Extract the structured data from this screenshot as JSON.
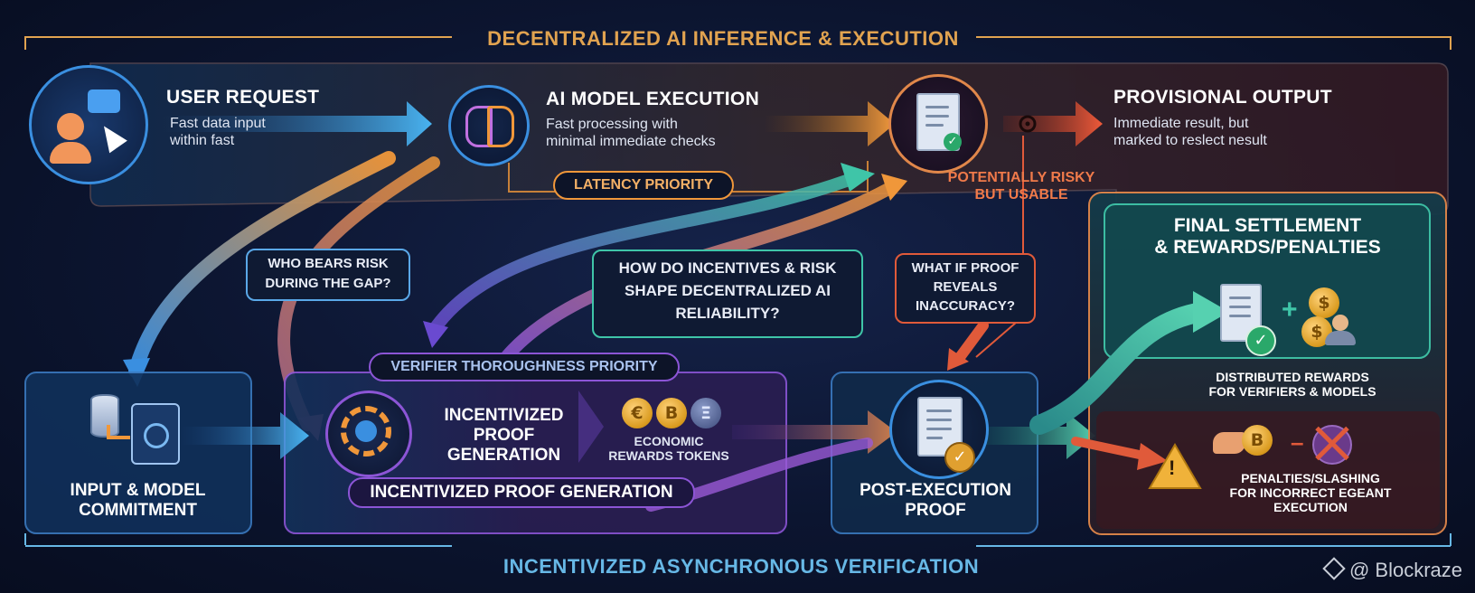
{
  "header": {
    "title": "DECENTRALIZED AI INFERENCE & EXECUTION",
    "footer_title": "INCENTIVIZED ASYNCHRONOUS VERIFICATION"
  },
  "top_flow": {
    "user_request": {
      "title": "USER REQUEST",
      "sub1": "Fast data input",
      "sub2": "within fast"
    },
    "ai_execution": {
      "title": "AI MODEL EXECUTION",
      "sub1": "Fast processing with",
      "sub2": "minimal immediate checks"
    },
    "latency_pill": "LATENCY PRIORITY",
    "provisional": {
      "title": "PROVISIONAL OUTPUT",
      "sub1": "Immediate result, but",
      "sub2": "marked to reslect nesult"
    },
    "risky_note": {
      "line1": "POTENTIALLY RISKY",
      "line2": "BUT USABLE"
    }
  },
  "questions": {
    "risk_gap": {
      "line1": "WHO BEARS RISK",
      "line2": "DURING THE GAP?"
    },
    "incentives": {
      "line1": "HOW DO INCENTIVES & RISK",
      "line2": "SHAPE DECENTRALIZED AI",
      "line3": "RELIABILITY?"
    },
    "proof_reveal": {
      "line1": "WHAT IF PROOF",
      "line2": "REVEALS",
      "line3": "INACCURACY?"
    }
  },
  "bottom_flow": {
    "commitment": {
      "line1": "INPUT & MODEL",
      "line2": "COMMITMENT"
    },
    "verifier_pill": "VERIFIER THOROUGHNESS PRIORITY",
    "proof_gen": {
      "line1": "INCENTIVIZED",
      "line2": "PROOF",
      "line3": "GENERATION"
    },
    "rewards": {
      "line1": "ECONOMIC",
      "line2": "REWARDS TOKENS"
    },
    "proof_gen_pill": "INCENTIVIZED PROOF GENERATION",
    "post_proof": {
      "line1": "POST-EXECUTION",
      "line2": "PROOF"
    }
  },
  "settlement": {
    "title1": "FINAL SETTLEMENT",
    "title2": "& REWARDS/PENALTIES",
    "distributed": {
      "line1": "DISTRIBUTED REWARDS",
      "line2": "FOR VERIFIERS & MODELS"
    },
    "penalties": {
      "line1": "PENALTIES/SLASHING",
      "line2": "FOR INCORRECT EGEANT",
      "line3": "EXECUTION"
    },
    "plus_sign": "+",
    "minus_sign": "–"
  },
  "coins": {
    "coin_a": "€",
    "coin_b": "B",
    "coin_c": "Ξ",
    "coin_dollar": "$",
    "warning": "!"
  },
  "watermark": "@ Blockraze",
  "colors": {
    "top_accent": "#e1a350",
    "bottom_accent": "#67b8e6",
    "blue": "#3a8fe0",
    "orange": "#f0973a",
    "red": "#e05a3a",
    "purple": "#8c55d6",
    "teal": "#3fc5a8",
    "gold": "#e3a528"
  }
}
